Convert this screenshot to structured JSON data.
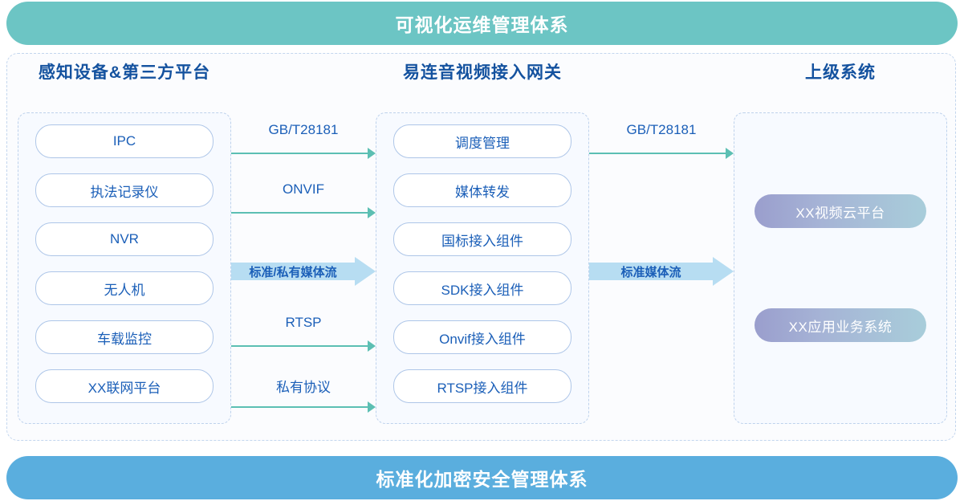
{
  "banners": {
    "top": {
      "label": "可视化运维管理体系",
      "color": "#6cc5c4"
    },
    "bottom": {
      "label": "标准化加密安全管理体系",
      "color": "#5aaede"
    }
  },
  "columns": [
    {
      "key": "sensing",
      "title": "感知设备&第三方平台",
      "items": [
        {
          "label": "IPC"
        },
        {
          "label": "执法记录仪"
        },
        {
          "label": "NVR"
        },
        {
          "label": "无人机"
        },
        {
          "label": "车载监控"
        },
        {
          "label": "XX联网平台"
        }
      ]
    },
    {
      "key": "gateway",
      "title": "易连音视频接入网关",
      "items": [
        {
          "label": "调度管理"
        },
        {
          "label": "媒体转发"
        },
        {
          "label": "国标接入组件"
        },
        {
          "label": "SDK接入组件"
        },
        {
          "label": "Onvif接入组件"
        },
        {
          "label": "RTSP接入组件"
        }
      ]
    },
    {
      "key": "upstream",
      "title": "上级系统",
      "items": [
        {
          "label": "XX视频云平台"
        },
        {
          "label": "XX应用业务系统"
        }
      ]
    }
  ],
  "connectors": {
    "left_thin": [
      {
        "label": "GB/T28181"
      },
      {
        "label": "ONVIF"
      },
      {
        "label": "RTSP"
      },
      {
        "label": "私有协议"
      }
    ],
    "left_block": {
      "label": "标准/私有媒体流",
      "color": "#b7ddf2"
    },
    "right_thin": [
      {
        "label": "GB/T28181"
      }
    ],
    "right_block": {
      "label": "标准媒体流",
      "color": "#b7ddf2"
    }
  },
  "palette": {
    "arrow_line": "#5cbfb3",
    "pill_border": "#aec6e8",
    "text_blue": "#1b5fb8",
    "title_blue": "#14529f",
    "grad_start": "#9a9ecd",
    "grad_end": "#a8cdda"
  }
}
